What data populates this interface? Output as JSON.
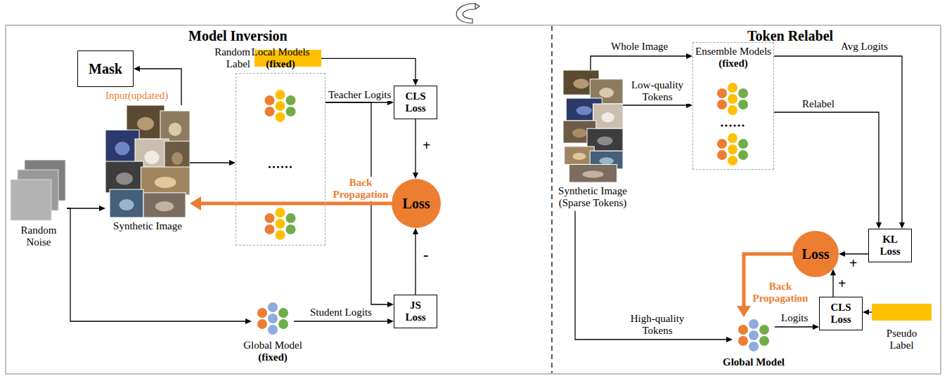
{
  "diagram": {
    "nodes": [
      {
        "text": [
          "Mask"
        ]
      },
      {
        "text": [
          "Random Label"
        ]
      },
      {
        "text": [
          "Local Models",
          "(fixed)"
        ]
      },
      {
        "text": [
          "CLS Loss"
        ]
      },
      {
        "text": [
          "Random Noise"
        ]
      },
      {
        "text": [
          "Synthetic Image"
        ]
      },
      {
        "text": [
          "Loss"
        ]
      },
      {
        "text": [
          "Global Model",
          "(fixed)"
        ]
      },
      {
        "text": [
          "JS Loss"
        ]
      },
      {
        "text": [
          "Ensemble Models",
          "(fixed)"
        ]
      },
      {
        "text": [
          "Synthetic Image (Sparse Tokens)"
        ]
      },
      {
        "text": [
          "Loss"
        ]
      },
      {
        "text": [
          "KL Loss"
        ]
      },
      {
        "text": [
          "Global Model"
        ]
      },
      {
        "text": [
          "CLS Loss"
        ]
      },
      {
        "text": [
          "Pseudo Label"
        ]
      }
    ],
    "edges": [
      {
        "from": 4,
        "to": 5,
        "arrow": "to"
      },
      {
        "from": 5,
        "to": 0,
        "arrow": "to"
      },
      {
        "from": 5,
        "to": 2,
        "arrow": "to"
      },
      {
        "from": 1,
        "to": 3,
        "arrow": "to"
      },
      {
        "from": 2,
        "to": 3,
        "label": "Teacher Logits",
        "arrow": "to"
      },
      {
        "from": 2,
        "to": 8,
        "arrow": "to"
      },
      {
        "from": 7,
        "to": 8,
        "label": "Student Logits",
        "arrow": "to"
      },
      {
        "from": 3,
        "to": 6,
        "label": "+",
        "arrow": "to"
      },
      {
        "from": 8,
        "to": 6,
        "label": "-",
        "arrow": "to"
      },
      {
        "from": 6,
        "to": 5,
        "label": "Back Propagation",
        "arrow": "to"
      },
      {
        "from": 4,
        "to": 7,
        "arrow": "to"
      },
      {
        "from": 10,
        "to": 9,
        "label": "Whole Image",
        "arrow": "to"
      },
      {
        "from": 10,
        "to": 9,
        "label": "Low-quality Tokens",
        "arrow": "to"
      },
      {
        "from": 9,
        "to": 12,
        "label": "Avg Logits",
        "arrow": "to"
      },
      {
        "from": 9,
        "to": 12,
        "label": "Relabel",
        "arrow": "to"
      },
      {
        "from": 12,
        "to": 11,
        "label": "+",
        "arrow": "to"
      },
      {
        "from": 14,
        "to": 11,
        "label": "+",
        "arrow": "to"
      },
      {
        "from": 10,
        "to": 13,
        "label": "High-quality Tokens",
        "arrow": "to"
      },
      {
        "from": 13,
        "to": 14,
        "label": "Logits",
        "arrow": "to"
      },
      {
        "from": 15,
        "to": 14,
        "arrow": "to"
      },
      {
        "from": 11,
        "to": 13,
        "label": "Back Propagation",
        "arrow": "to"
      }
    ],
    "labels": [
      "Model Inversion",
      "Token Relabel",
      "Input(updated)"
    ]
  }
}
